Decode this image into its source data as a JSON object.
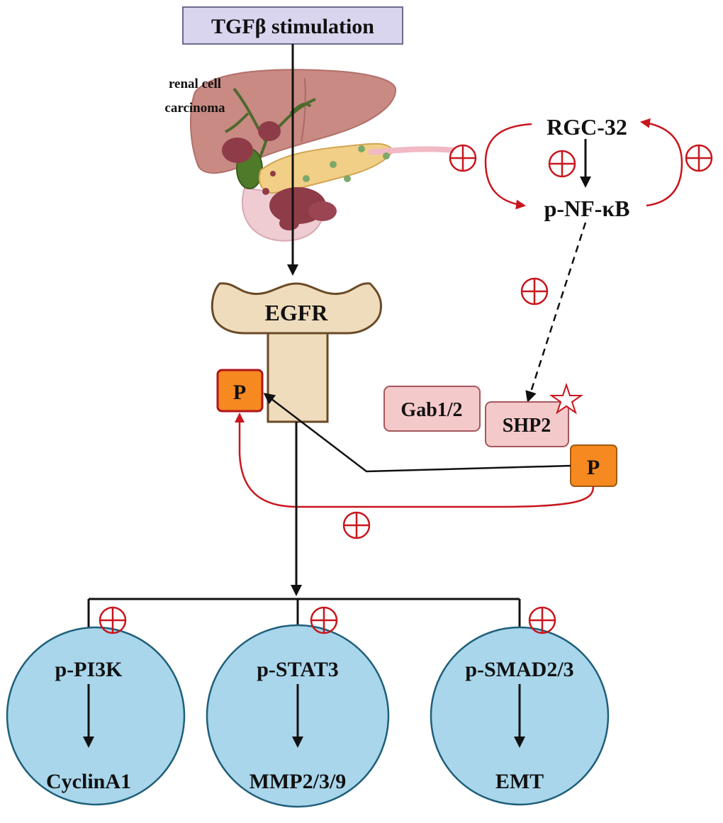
{
  "stimulus": {
    "label": "TGFβ stimulation"
  },
  "organ": {
    "label_line1": "renal cell",
    "label_line2": "carcinoma"
  },
  "receptor": {
    "label": "EGFR"
  },
  "phospho": {
    "label": "P"
  },
  "rgc_loop": {
    "top": "RGC-32",
    "bottom": "p-NF-κB"
  },
  "complex": {
    "gab": "Gab1/2",
    "shp": "SHP2"
  },
  "pathways": [
    {
      "top": "p-PI3K",
      "bottom": "CyclinA1"
    },
    {
      "top": "p-STAT3",
      "bottom": "MMP2/3/9"
    },
    {
      "top": "p-SMAD2/3",
      "bottom": "EMT"
    }
  ],
  "colors": {
    "stimulus_fill": "#d9d5ef",
    "receptor_fill": "#efdcbd",
    "phospho_fill": "#f6891f",
    "complex_fill": "#f4c9c9",
    "pathway_fill": "#a9d6eb",
    "activation": "#c8161d"
  }
}
